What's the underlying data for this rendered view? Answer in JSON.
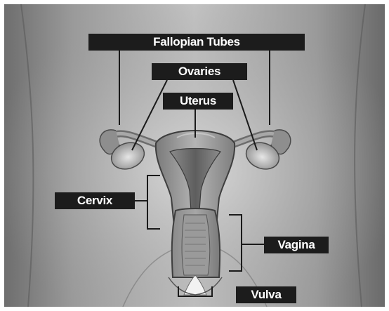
{
  "labels": {
    "fallopian_tubes": "Fallopian Tubes",
    "ovaries": "Ovaries",
    "uterus": "Uterus",
    "cervix": "Cervix",
    "vagina": "Vagina",
    "vulva": "Vulva"
  }
}
